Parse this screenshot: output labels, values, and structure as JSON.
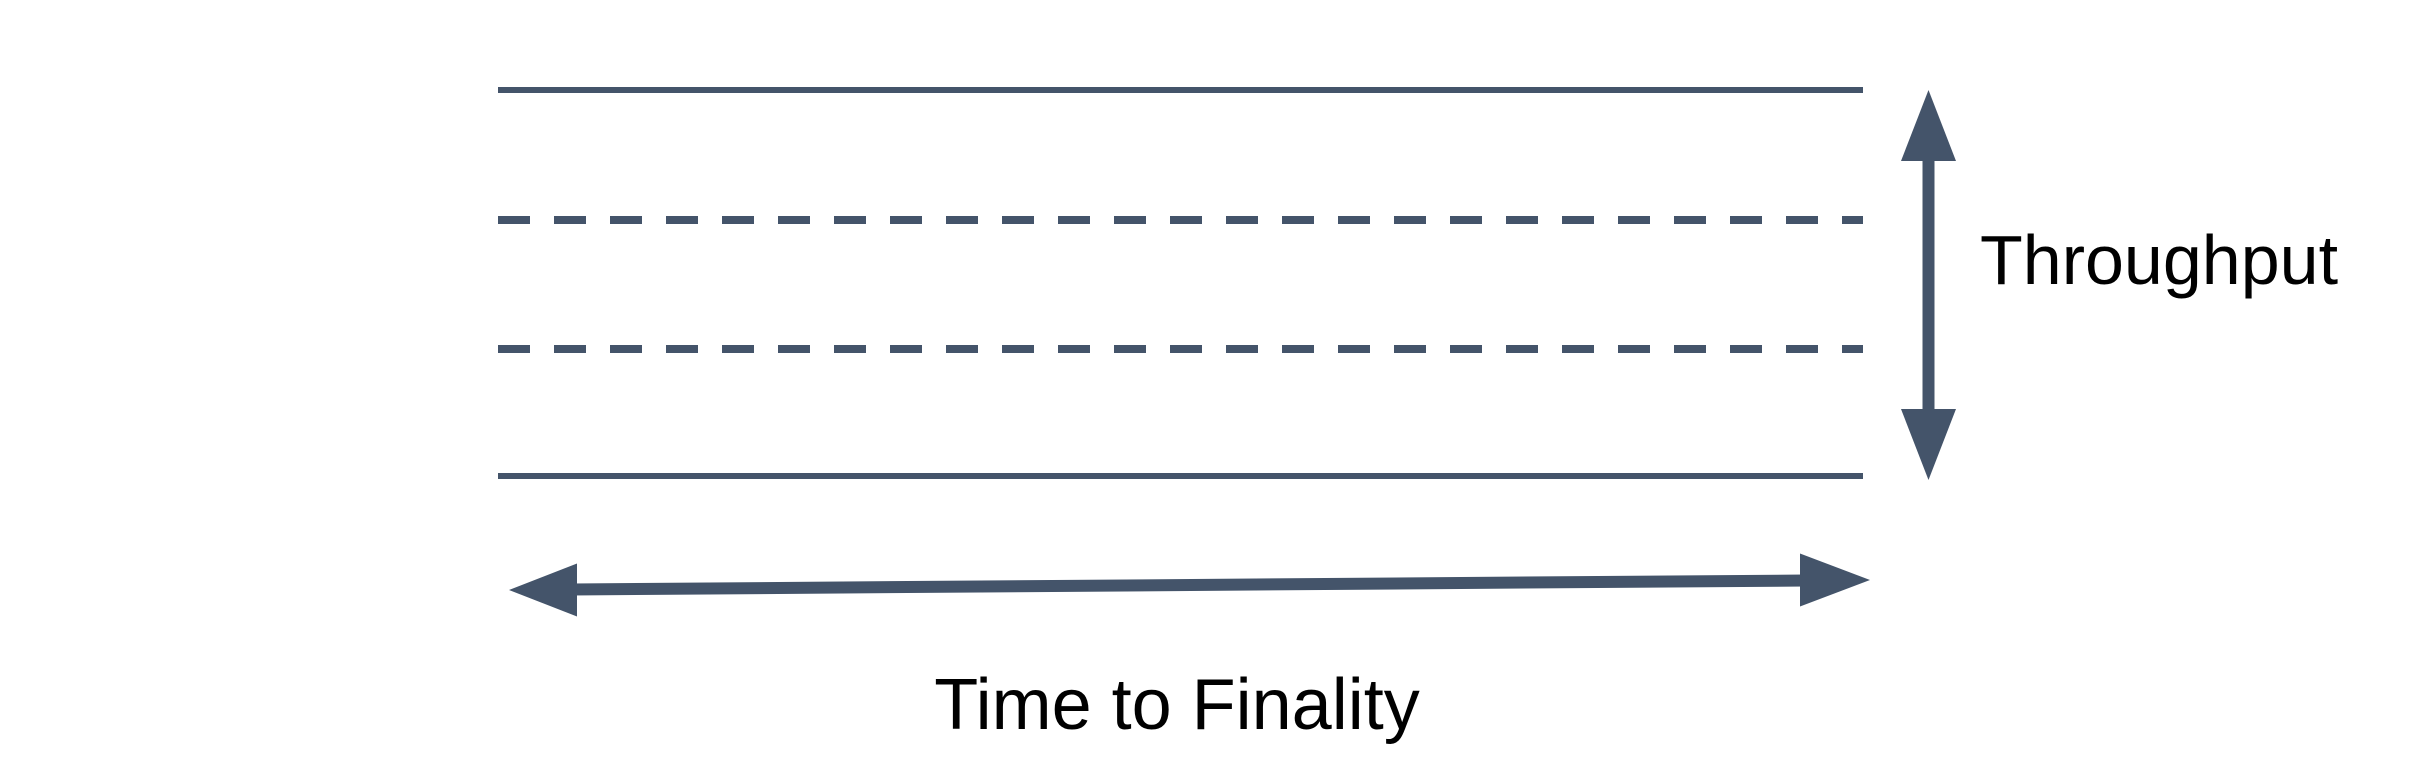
{
  "diagram": {
    "type": "annotated-diagram",
    "labels": {
      "throughput": "Throughput",
      "time_to_finality": "Time to Finality"
    },
    "shapes": {
      "solid_line_count": 2,
      "dashed_line_count": 2,
      "vertical_double_arrow": "throughput-range",
      "horizontal_double_arrow": "time-to-finality-range"
    },
    "colors": {
      "shape": "#44546A",
      "text": "#000000",
      "background": "#FFFFFF"
    }
  }
}
